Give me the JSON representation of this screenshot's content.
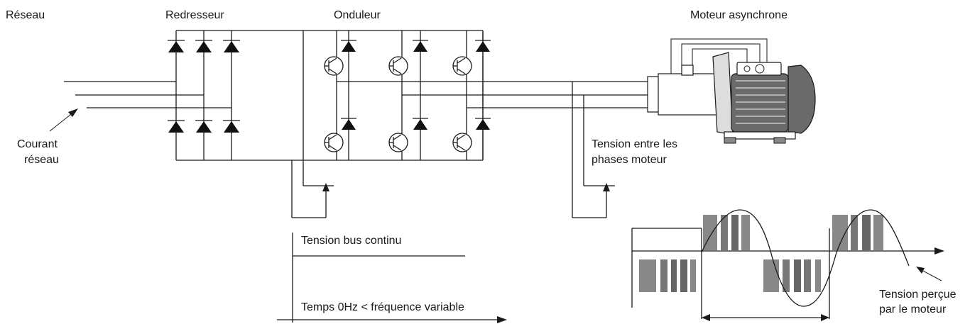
{
  "labels": {
    "reseau": "Réseau",
    "redresseur": "Redresseur",
    "onduleur": "Onduleur",
    "moteur": "Moteur asynchrone",
    "courant_reseau": [
      "Courant",
      "réseau"
    ],
    "tension_phases": [
      "Tension entre les",
      "phases moteur"
    ],
    "tension_bus": "Tension bus continu",
    "temps": "Temps 0Hz < fréquence variable",
    "tension_percue": [
      "Tension perçue",
      "par le moteur"
    ]
  }
}
